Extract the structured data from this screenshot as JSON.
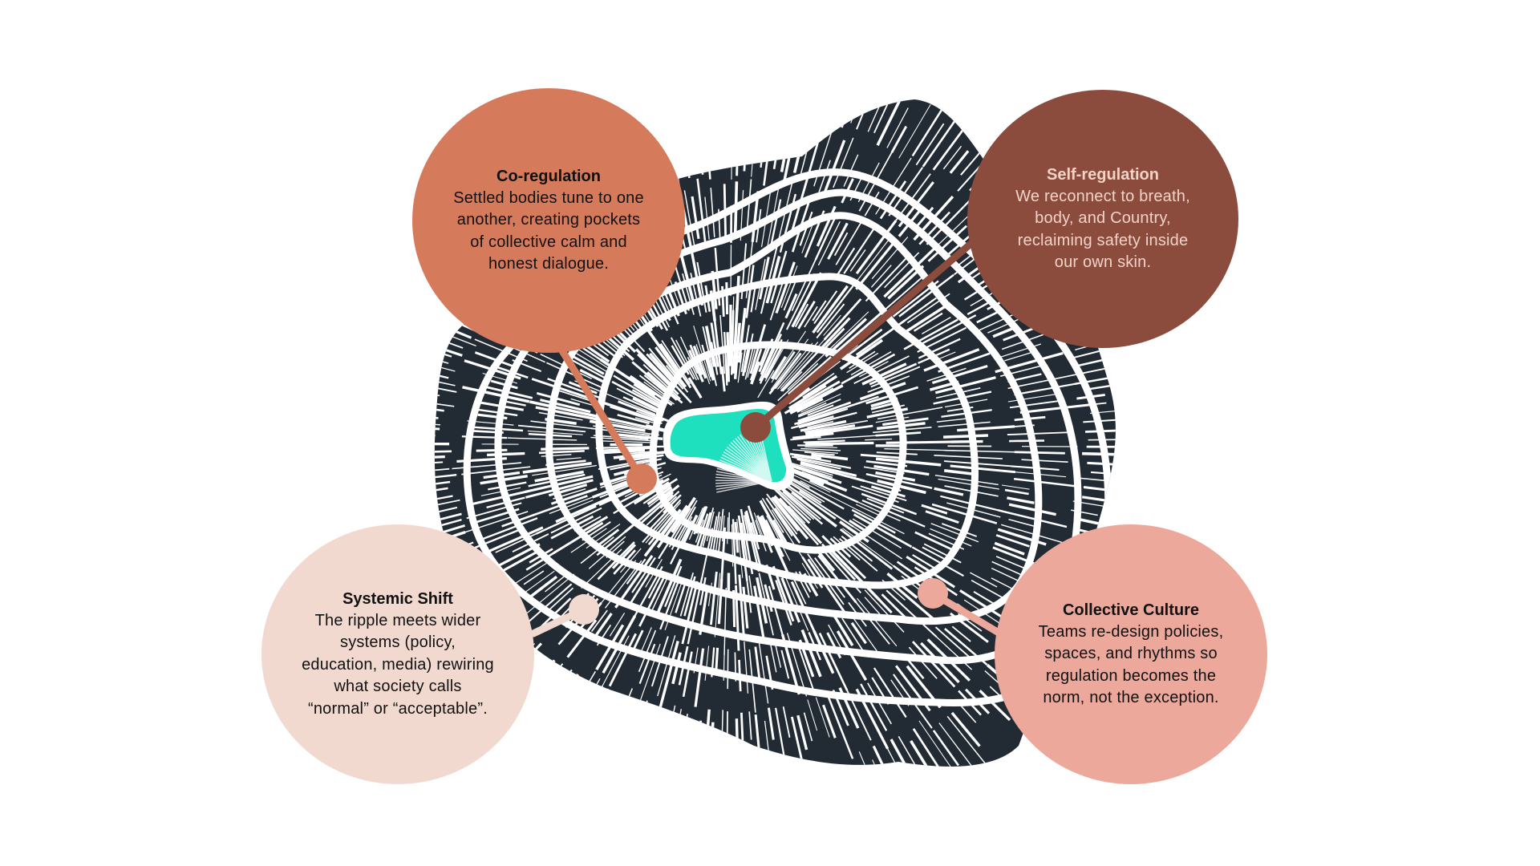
{
  "diagram": {
    "colors": {
      "rings": "#222a33",
      "core": "#1ee0bf",
      "co_regulation": "#d67a5c",
      "self_regulation": "#8b4c3e",
      "systemic_shift": "#f2d9cf",
      "collective_culture": "#eca89b"
    },
    "nodes": [
      {
        "id": "co_regulation",
        "title": "Co-regulation",
        "lines": [
          "Settled bodies tune to one",
          "another, creating pockets",
          "of collective calm and",
          "honest dialogue."
        ]
      },
      {
        "id": "self_regulation",
        "title": "Self-regulation",
        "lines": [
          "We reconnect to breath,",
          "body, and Country,",
          "reclaiming safety inside",
          "our own skin."
        ]
      },
      {
        "id": "systemic_shift",
        "title": "Systemic Shift",
        "lines": [
          "The ripple meets wider",
          "systems (policy,",
          "education, media) rewiring",
          "what society calls",
          "“normal” or “acceptable”."
        ]
      },
      {
        "id": "collective_culture",
        "title": "Collective Culture",
        "lines": [
          "Teams re-design policies,",
          "spaces, and rhythms so",
          "regulation becomes the",
          "norm, not the exception."
        ]
      }
    ]
  }
}
